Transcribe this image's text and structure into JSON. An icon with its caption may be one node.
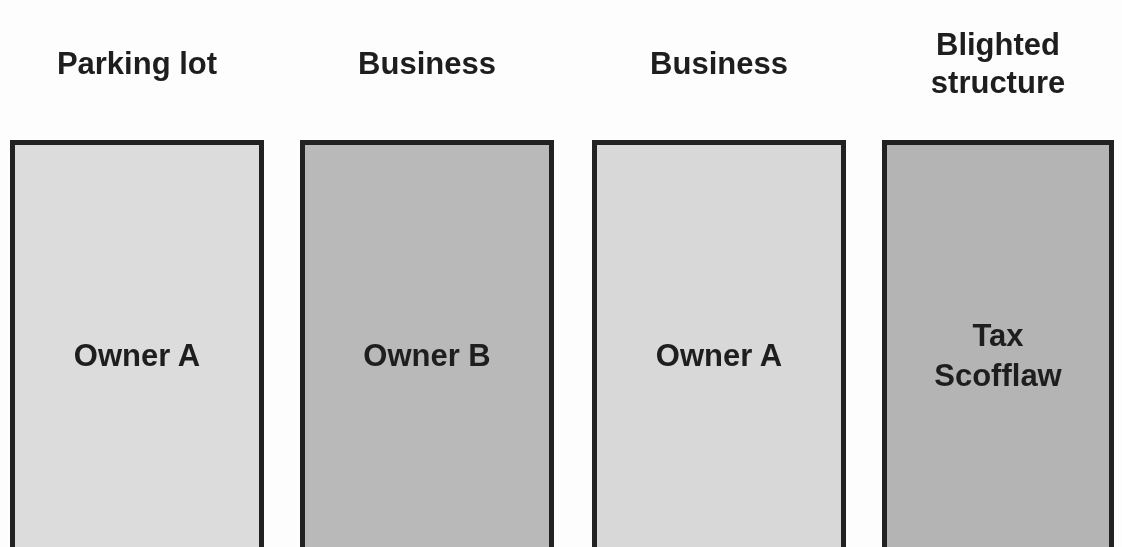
{
  "diagram": {
    "nodes": [
      {
        "text": [
          "Parking lot",
          "Owner A"
        ]
      },
      {
        "text": [
          "Business",
          "Owner B"
        ]
      },
      {
        "text": [
          "Business",
          "Owner A"
        ]
      },
      {
        "text": [
          "Blighted structure",
          "Tax Scofflaw"
        ]
      }
    ]
  }
}
